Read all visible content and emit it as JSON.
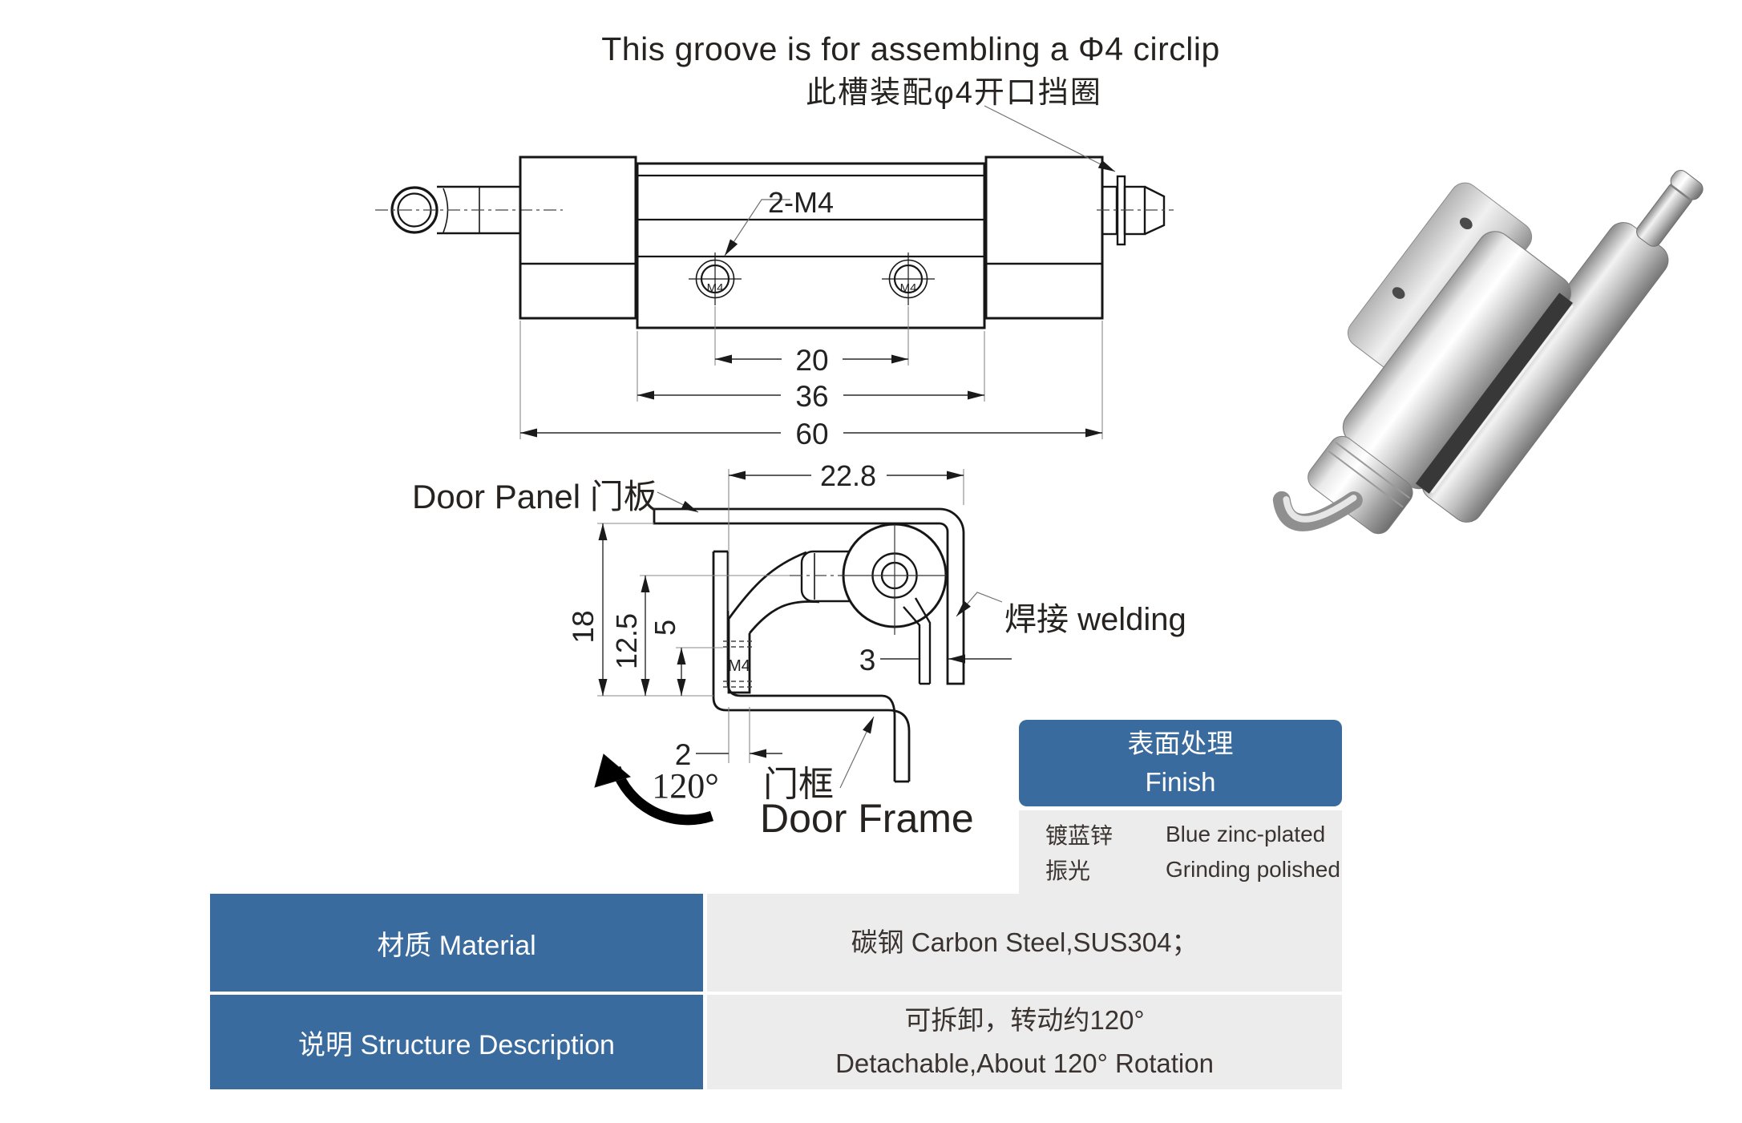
{
  "title": {
    "en": "This groove is for assembling a Φ4 circlip",
    "zh": "此槽装配φ4开口挡圈"
  },
  "top_view": {
    "thread_callout": "2-M4",
    "hole_label": "M4",
    "dims": {
      "hole_spacing": "20",
      "body_width": "36",
      "overall_width": "60"
    }
  },
  "side_view": {
    "labels": {
      "door_panel": "Door Panel 门板",
      "welding": "焊接 welding",
      "door_frame_zh": "门框",
      "door_frame_en": "Door Frame",
      "rotation": "120°",
      "thread": "M4"
    },
    "dims": {
      "width": "22.8",
      "height": "18",
      "mid_height": "12.5",
      "hole_height": "5",
      "leaf_thickness": "2",
      "gap": "3"
    }
  },
  "finish_table": {
    "header_zh": "表面处理",
    "header_en": "Finish",
    "rows": [
      {
        "zh": "镀蓝锌",
        "en": "Blue zinc-plated"
      },
      {
        "zh": "振光",
        "en": "Grinding polished"
      }
    ]
  },
  "spec_table": {
    "material_label": "材质 Material",
    "material_value": "碳钢  Carbon Steel,SUS304；",
    "structure_label": "说明 Structure Description",
    "structure_value_zh": "可拆卸，转动约120°",
    "structure_value_en": "Detachable,About 120° Rotation"
  },
  "colors": {
    "accent_blue": "#3a6b9e",
    "row_gray": "#ececec",
    "ink": "#262220"
  }
}
